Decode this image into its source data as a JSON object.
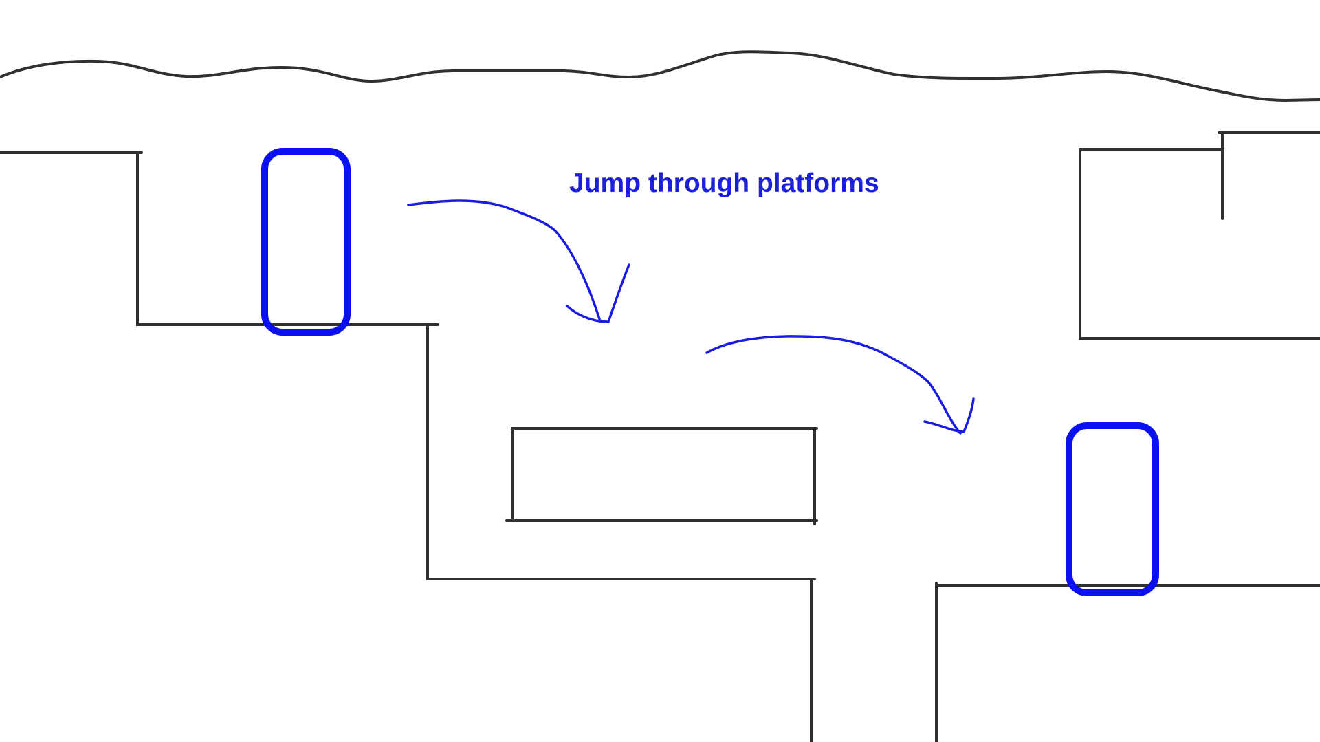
{
  "caption": "Jump through platforms",
  "colors": {
    "background": "#ffffff",
    "wall_lines": "#2e312e",
    "player_outline": "#0a10f0",
    "annotation": "#1c20d8"
  },
  "elements": {
    "players": [
      "player-start",
      "player-end"
    ],
    "arrows": [
      "jump-arrow-1",
      "jump-arrow-2"
    ],
    "terrain": [
      "ceiling",
      "left-ledge",
      "middle-step",
      "floating-platform",
      "right-floor",
      "right-upper-block"
    ]
  }
}
